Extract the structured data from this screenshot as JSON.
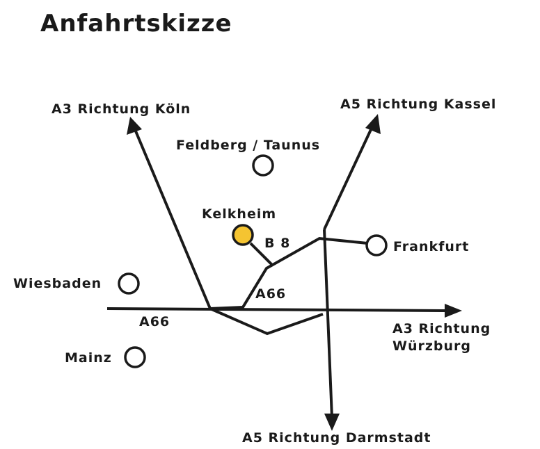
{
  "title": "Anfahrtskizze",
  "colors": {
    "ink": "#1a1a1a",
    "background": "#ffffff",
    "highlight": "#f5c431"
  },
  "road_labels": {
    "a3_koeln": "A3  Richtung Köln",
    "a5_kassel": "A5  Richtung Kassel",
    "a3_wuerzburg_line1": "A3  Richtung",
    "a3_wuerzburg_line2": "Würzburg",
    "a5_darmstadt": "A5  Richtung Darmstadt",
    "a66_west": "A66",
    "a66_connector": "A66",
    "b8": "B 8"
  },
  "places": {
    "feldberg": "Feldberg / Taunus",
    "kelkheim": "Kelkheim",
    "frankfurt": "Frankfurt",
    "wiesbaden": "Wiesbaden",
    "mainz": "Mainz"
  },
  "highlighted_place": "kelkheim"
}
